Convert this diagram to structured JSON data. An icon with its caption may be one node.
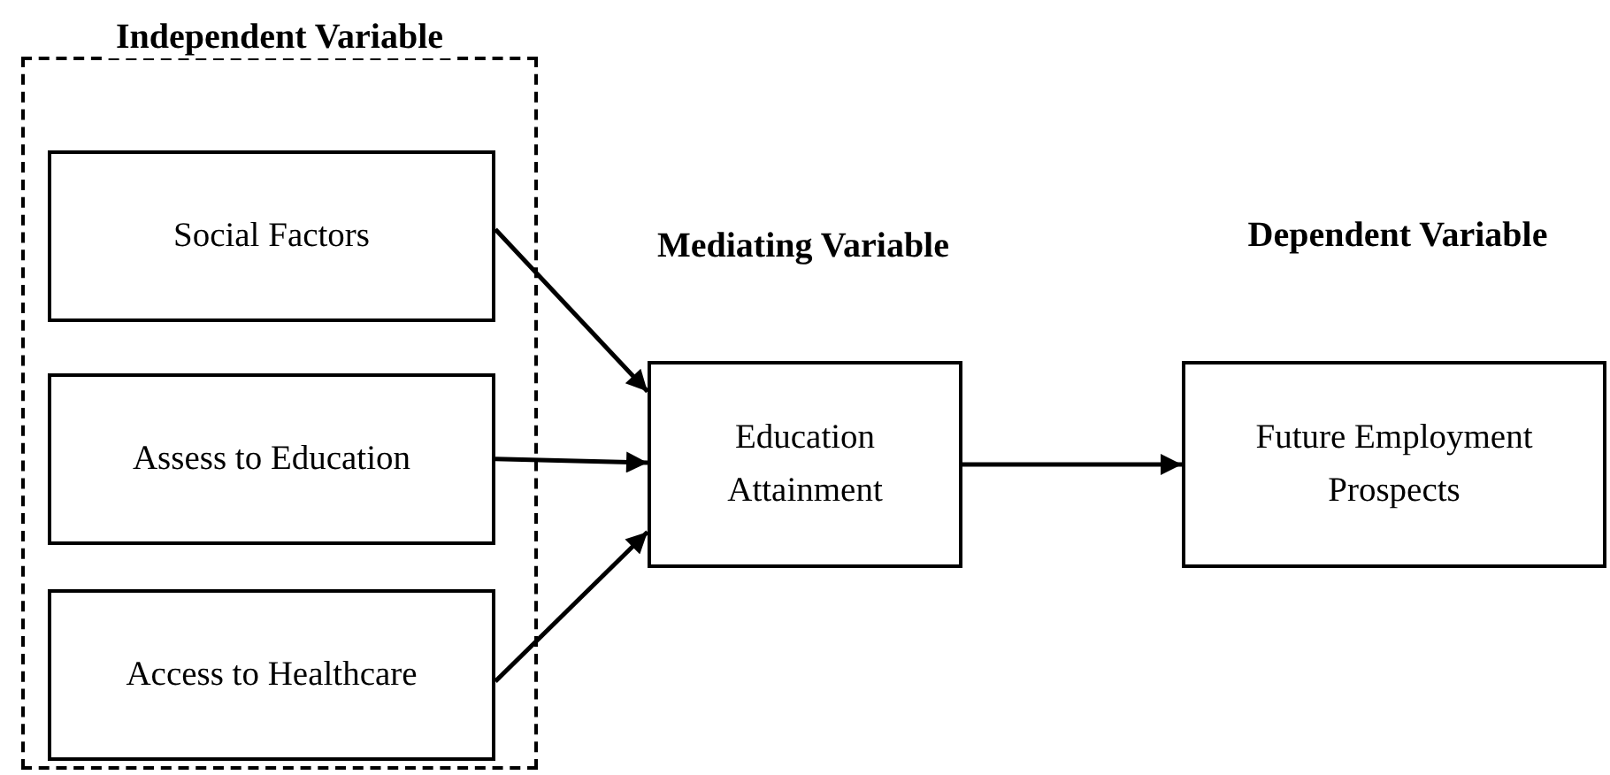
{
  "diagram": {
    "nodes": [
      {
        "text": [
          "Independent Variable"
        ]
      },
      {
        "text": [
          "Social Factors"
        ],
        "in": 0
      },
      {
        "text": [
          "Assess to Education"
        ],
        "in": 0
      },
      {
        "text": [
          "Access to Healthcare"
        ],
        "in": 0
      },
      {
        "text": [
          "Education Attainment"
        ]
      },
      {
        "text": [
          "Future Employment Prospects"
        ]
      }
    ],
    "edges": [
      {
        "from": 1,
        "to": 4,
        "arrow": "to"
      },
      {
        "from": 2,
        "to": 4,
        "arrow": "to"
      },
      {
        "from": 3,
        "to": 4,
        "arrow": "to"
      },
      {
        "from": 4,
        "to": 5,
        "arrow": "to"
      }
    ],
    "labels": [
      "Mediating Variable",
      "Dependent Variable"
    ]
  }
}
